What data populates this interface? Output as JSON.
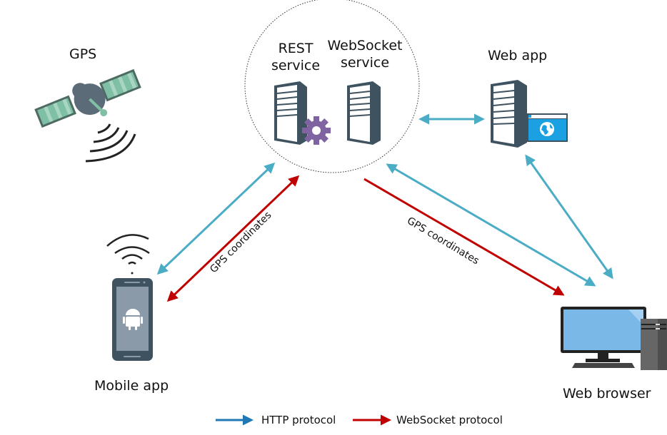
{
  "title": "GPS tracking architecture",
  "nodes": {
    "gps": {
      "label": "GPS",
      "icon": "satellite-icon"
    },
    "rest": {
      "label_line1": "REST",
      "label_line2": "service",
      "icon": "server-gear-icon"
    },
    "websocket": {
      "label_line1": "WebSocket",
      "label_line2": "service",
      "icon": "server-icon"
    },
    "webapp": {
      "label": "Web app",
      "icon": "server-globe-icon"
    },
    "mobile": {
      "label": "Mobile app",
      "icon": "android-phone-icon"
    },
    "browser": {
      "label": "Web browser",
      "icon": "desktop-computer-icon"
    }
  },
  "edges": [
    {
      "from": "mobile",
      "to": "services",
      "protocol": "HTTP",
      "direction": "bidirectional"
    },
    {
      "from": "mobile",
      "to": "services",
      "protocol": "WebSocket",
      "direction": "bidirectional",
      "label": "GPS coordinates"
    },
    {
      "from": "services",
      "to": "webapp",
      "protocol": "HTTP",
      "direction": "bidirectional"
    },
    {
      "from": "services",
      "to": "browser",
      "protocol": "WebSocket",
      "direction": "to",
      "label": "GPS coordinates"
    },
    {
      "from": "services",
      "to": "browser",
      "protocol": "HTTP",
      "direction": "bidirectional"
    },
    {
      "from": "webapp",
      "to": "browser",
      "protocol": "HTTP",
      "direction": "bidirectional"
    }
  ],
  "edge_labels": {
    "left": "GPS coordinates",
    "right": "GPS coordinates"
  },
  "legend": {
    "http": {
      "label": "HTTP protocol",
      "color": "#1f77b4"
    },
    "websocket": {
      "label": "WebSocket protocol",
      "color": "#c00000"
    }
  },
  "colors": {
    "http_arrow": "#4bacc6",
    "ws_arrow": "#c00000",
    "server": "#3f5260",
    "gear": "#8064a2",
    "satellite_panel": "#7fbfa5",
    "globe_window": "#1ba1e2",
    "monitor": "#7ab8e8"
  }
}
